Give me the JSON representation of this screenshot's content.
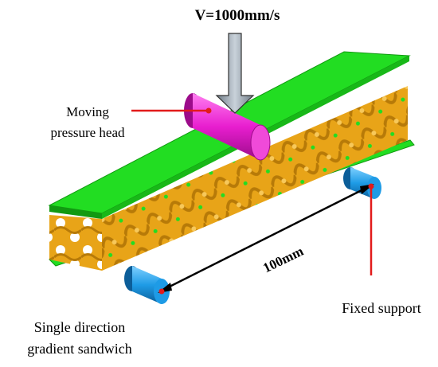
{
  "labels": {
    "velocity": "V=1000mm/s",
    "head_line1": "Moving",
    "head_line2": "pressure head",
    "distance": "100mm",
    "support": "Fixed support",
    "sandwich_line1": "Single direction",
    "sandwich_line2": "gradient sandwich"
  },
  "colors": {
    "face_sheet": "#22dd22",
    "face_sheet_edge": "#119911",
    "core": "#e8a418",
    "core_shadow": "#b77a08",
    "pressure_head": "#e81ecf",
    "support": "#1e9be6",
    "arrow": "#9aa6b2",
    "leader": "#e21b1b"
  }
}
